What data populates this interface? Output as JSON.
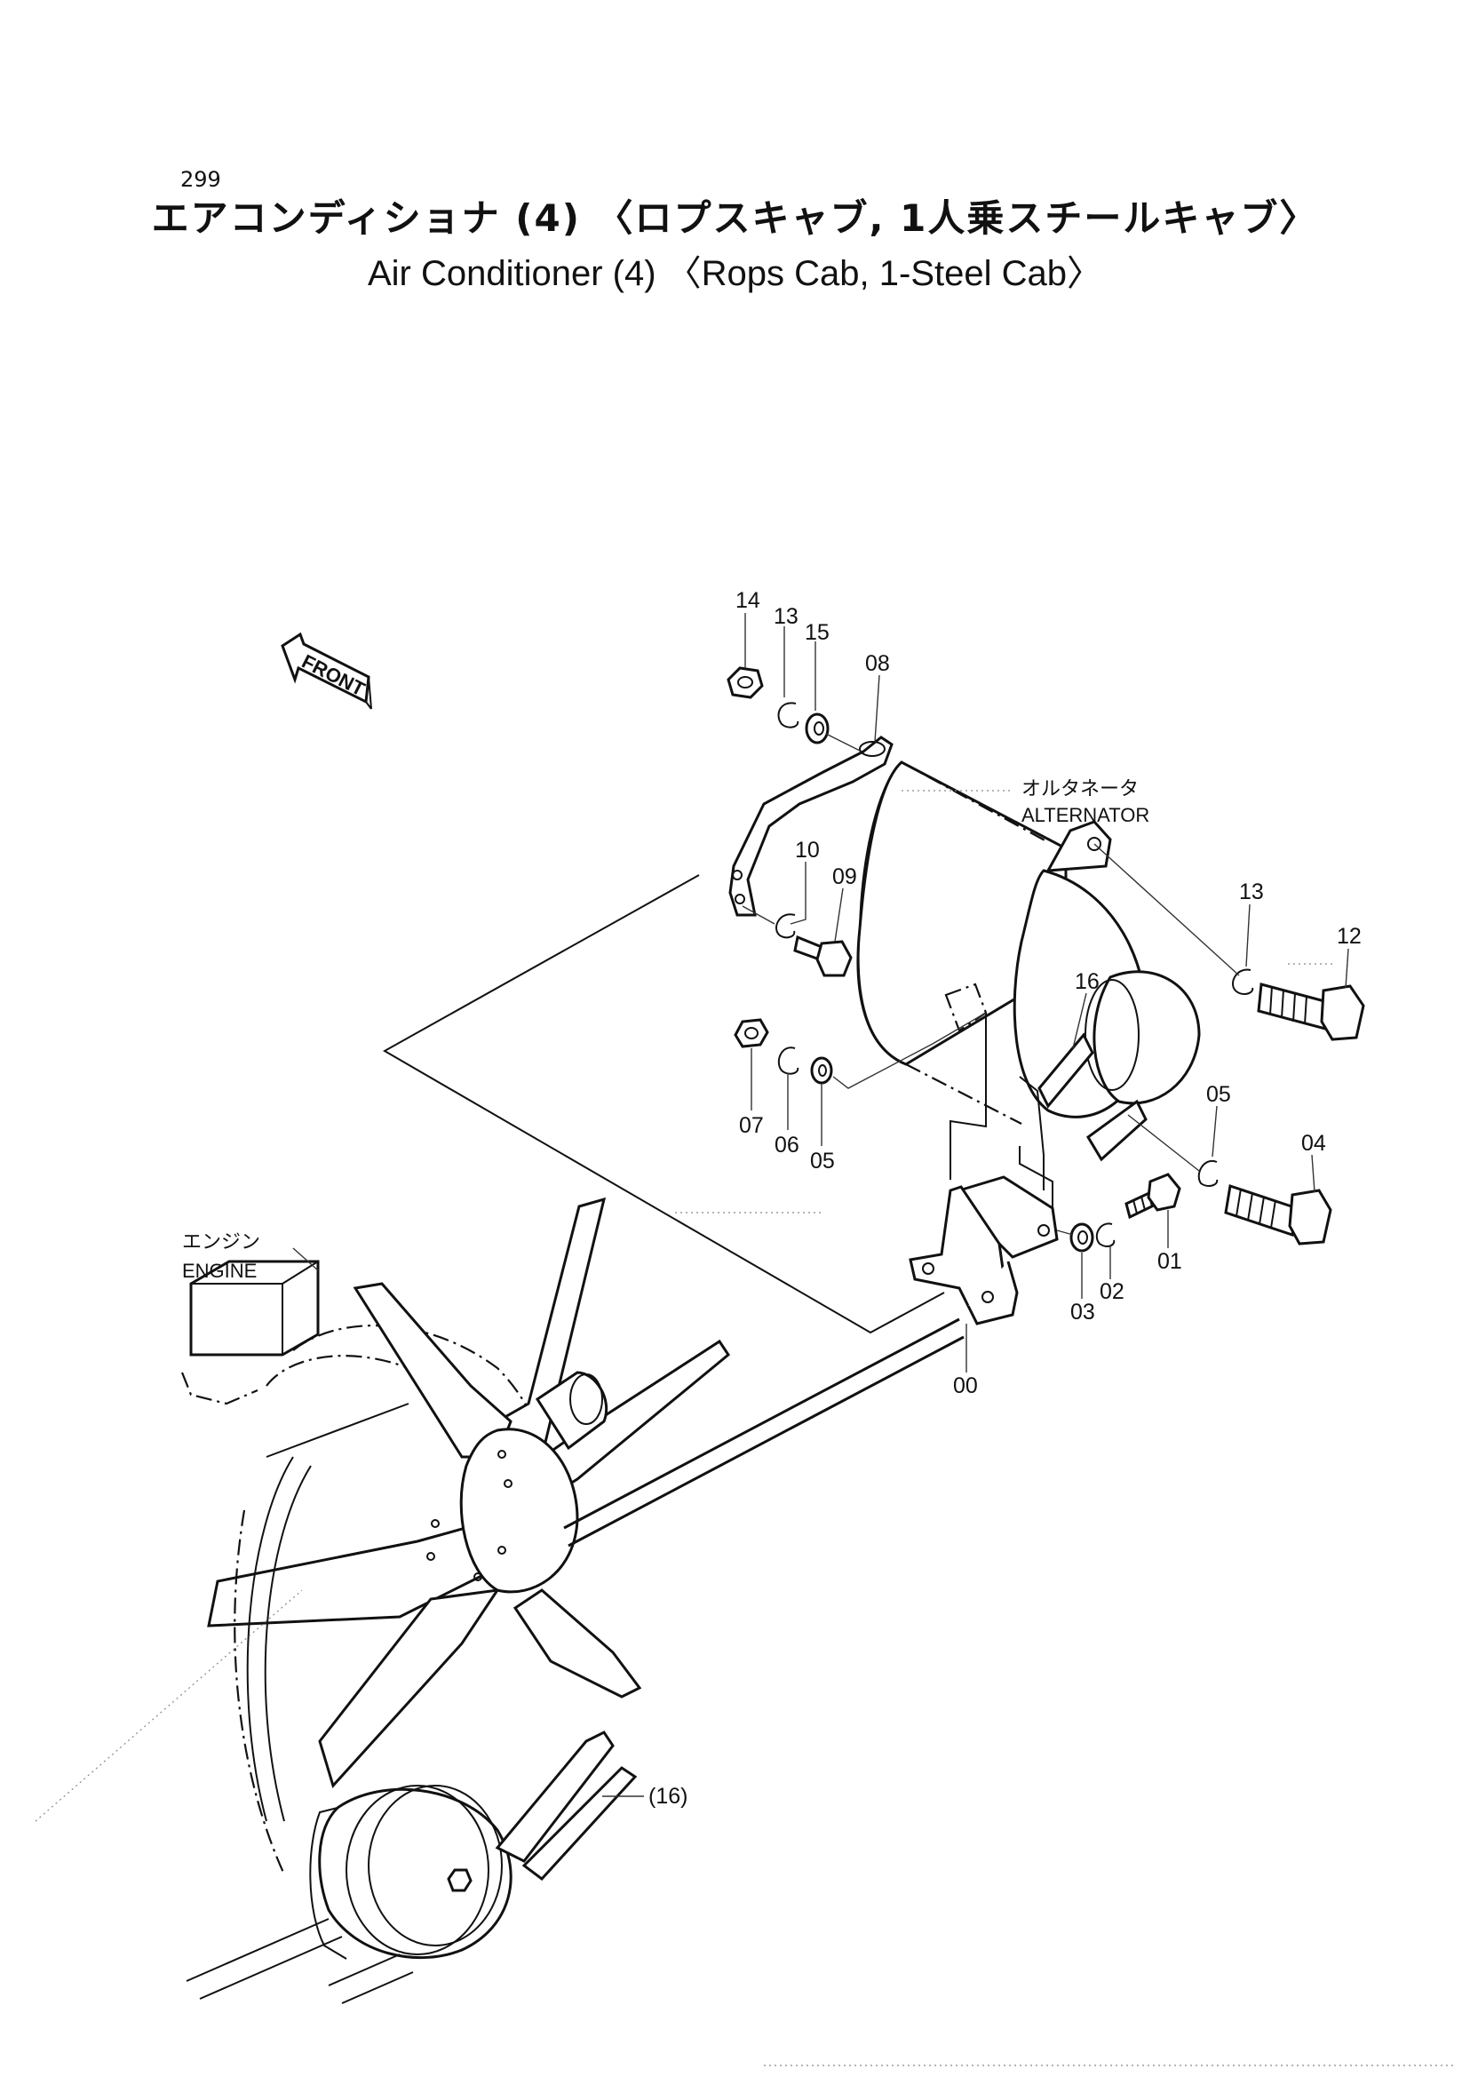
{
  "page_number": "299",
  "title_jp": "エアコンディショナ (4) 〈ロプスキャブ, 1人乗スチールキャブ〉",
  "title_en": "Air Conditioner (4) 〈Rops Cab, 1-Steel Cab〉",
  "direction_label": "FRONT",
  "labels": {
    "alternator_jp": "オルタネータ",
    "alternator_en": "ALTERNATOR",
    "engine_jp": "エンジン",
    "engine_en": "ENGINE"
  },
  "part_callouts": {
    "p14": "14",
    "p13a": "13",
    "p15": "15",
    "p08": "08",
    "p10": "10",
    "p09": "09",
    "p13b": "13",
    "p12": "12",
    "p16": "16",
    "p07": "07",
    "p06": "06",
    "p05a": "05",
    "p05b": "05",
    "p04": "04",
    "p01": "01",
    "p02": "02",
    "p03": "03",
    "p00": "00",
    "p16ref": "(16)"
  }
}
